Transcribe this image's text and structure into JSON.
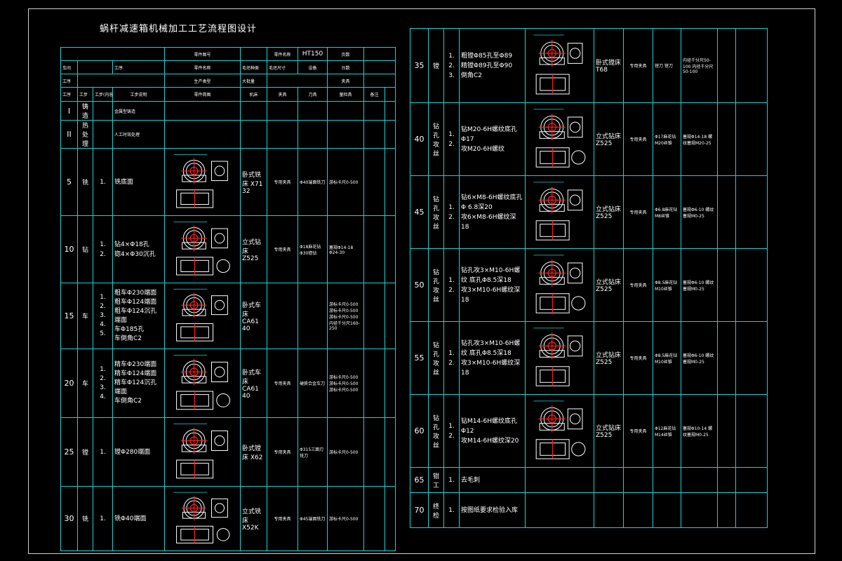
{
  "title": "蜗杆减速箱机械加工工艺流程图设计",
  "left_header": {
    "r1": [
      "零件图号",
      "零件名称",
      "HT150",
      "页数"
    ],
    "r2": [
      "车间",
      "工序",
      "零件名称",
      "毛坯种类",
      "毛坯尺寸",
      "设备",
      "台数"
    ],
    "r3": [
      "工序",
      "生产类型",
      "大批量",
      "夹具"
    ],
    "r4": [
      "工序",
      "工步",
      "工步(内容)",
      "工步说明",
      "零件简图",
      "机床",
      "夹具",
      "刀具",
      "量检具",
      "备注"
    ]
  },
  "left_rows": [
    {
      "no": "I",
      "type": "铸造",
      "lines": [
        "金属型铸造"
      ],
      "machine": "",
      "fixture": "",
      "tool": "",
      "gauge": ""
    },
    {
      "no": "II",
      "type": "热处理",
      "lines": [
        "人工时效处理"
      ],
      "machine": "",
      "fixture": "",
      "tool": "",
      "gauge": ""
    },
    {
      "no": "5",
      "type": "铣",
      "steps": [
        "1."
      ],
      "lines": [
        "铣底面"
      ],
      "machine": "卧式铣床 X71 32",
      "fixture": "专用夹具",
      "tool": "Φ40端面铣刀",
      "gauge": "游标卡尺0-500"
    },
    {
      "no": "10",
      "type": "钻",
      "steps": [
        "1.",
        "2."
      ],
      "lines": [
        "钻4×Φ18孔",
        "锪4×Φ30沉孔"
      ],
      "machine": "立式钻床 Z525",
      "fixture": "专用夹具",
      "tool": "Φ18麻花钻 Φ30锪钻",
      "gauge": "塞规Φ14-18 Φ24-30"
    },
    {
      "no": "15",
      "type": "车",
      "steps": [
        "1.",
        "2.",
        "3.",
        "4.",
        "5."
      ],
      "lines": [
        "粗车Φ230端面",
        "粗车Φ124端面",
        "粗车Φ124沉孔端面",
        "车Φ185孔",
        "车倒角C2"
      ],
      "machine": "卧式车床 CA61 40",
      "fixture": "",
      "tool": "",
      "gauge": "游标卡尺0-500 游标卡尺0-500 游标卡尺0-500 内径千分尺160-250"
    },
    {
      "no": "20",
      "type": "车",
      "steps": [
        "1.",
        "2.",
        "3.",
        "4."
      ],
      "lines": [
        "精车Φ230端面",
        "精车Φ124端面",
        "精车Φ124沉孔端面",
        "车倒角C2"
      ],
      "machine": "卧式车床 CA61 40",
      "fixture": "专用夹具",
      "tool": "硬质合金车刀",
      "gauge": "游标卡尺0-500 游标卡尺0-500 游标卡尺0-500"
    },
    {
      "no": "25",
      "type": "镗",
      "steps": [
        "1."
      ],
      "lines": [
        "镗Φ280端面"
      ],
      "machine": "卧式镗床 X62",
      "fixture": "专用夹具",
      "tool": "Φ315三面刃铣刀",
      "gauge": "游标卡尺0-500"
    },
    {
      "no": "30",
      "type": "铣",
      "steps": [
        "1."
      ],
      "lines": [
        "铣Φ40端面"
      ],
      "machine": "立式铣床 X52K",
      "fixture": "专用夹具",
      "tool": "Φ45端面铣刀",
      "gauge": "游标卡尺0-500"
    }
  ],
  "right_rows": [
    {
      "no": "35",
      "type": "镗",
      "steps": [
        "1.",
        "2.",
        "3."
      ],
      "lines": [
        "粗镗Φ85孔至Φ89",
        "精镗Φ89孔至Φ90",
        "倒角C2"
      ],
      "machine": "卧式镗床 T68",
      "fixture": "专用夹具",
      "tool": "镗刀 镗刀",
      "gauge": "内径千分尺50-100 内径千分尺50-100"
    },
    {
      "no": "40",
      "type": "钻孔 攻丝",
      "steps": [
        "1.",
        "2."
      ],
      "lines": [
        "钻M20-6H螺纹底孔Φ17",
        "攻M20-6H螺纹"
      ],
      "machine": "立式钻床 Z525",
      "fixture": "专用夹具",
      "tool": "Φ17麻花钻 M20丝锥",
      "gauge": "塞规Φ14-18 螺纹塞规M20-25"
    },
    {
      "no": "45",
      "type": "钻孔 攻丝",
      "steps": [
        "1.",
        "2."
      ],
      "lines": [
        "钻6×M8-6H螺纹底孔Φ 6.8深20",
        "攻6×M8-6H螺纹深18"
      ],
      "machine": "立式钻床 Z525",
      "fixture": "专用夹具",
      "tool": "Φ6.8麻花钻 M8丝锥",
      "gauge": "塞规Φ6-10 螺纹塞规M0-25"
    },
    {
      "no": "50",
      "type": "钻孔 攻丝",
      "steps": [
        "1.",
        "2."
      ],
      "lines": [
        "钻孔攻3×M10-6H螺纹 底孔Φ8.5深18",
        "攻3×M10-6H螺纹深18"
      ],
      "machine": "立式钻床 Z525",
      "fixture": "专用夹具",
      "tool": "Φ8.5麻花钻 M10丝锥",
      "gauge": "塞规Φ6-10 螺纹塞规M0-25"
    },
    {
      "no": "55",
      "type": "钻孔 攻丝",
      "steps": [
        "1.",
        "2."
      ],
      "lines": [
        "钻孔攻3×M10-6H螺纹 底孔Φ8.5深18",
        "攻3×M10-6H螺纹深18"
      ],
      "machine": "立式钻床 Z525",
      "fixture": "专用夹具",
      "tool": "Φ8.5麻花钻 M10丝锥",
      "gauge": "塞规Φ6-10 螺纹塞规M0-25"
    },
    {
      "no": "60",
      "type": "钻孔 攻丝",
      "steps": [
        "1.",
        "2."
      ],
      "lines": [
        "钻M14-6H螺纹底孔Φ12",
        "攻M14-6H螺纹深20"
      ],
      "machine": "立式钻床 Z525",
      "fixture": "专用夹具",
      "tool": "Φ12麻花钻 M14丝锥",
      "gauge": "塞规Φ10-14 螺纹塞规M0-25"
    },
    {
      "no": "65",
      "type": "钳工",
      "steps": [
        "1."
      ],
      "lines": [
        "去毛刺"
      ],
      "machine": "",
      "fixture": "",
      "tool": "",
      "gauge": ""
    },
    {
      "no": "70",
      "type": "终检",
      "steps": [
        "1."
      ],
      "lines": [
        "按图纸要求检验入库"
      ],
      "machine": "",
      "fixture": "",
      "tool": "",
      "gauge": ""
    }
  ],
  "colors": {
    "grid": "#19d3d3",
    "part": "#ffffff",
    "hole": "#ff2020",
    "dim": "#19d3d3"
  }
}
